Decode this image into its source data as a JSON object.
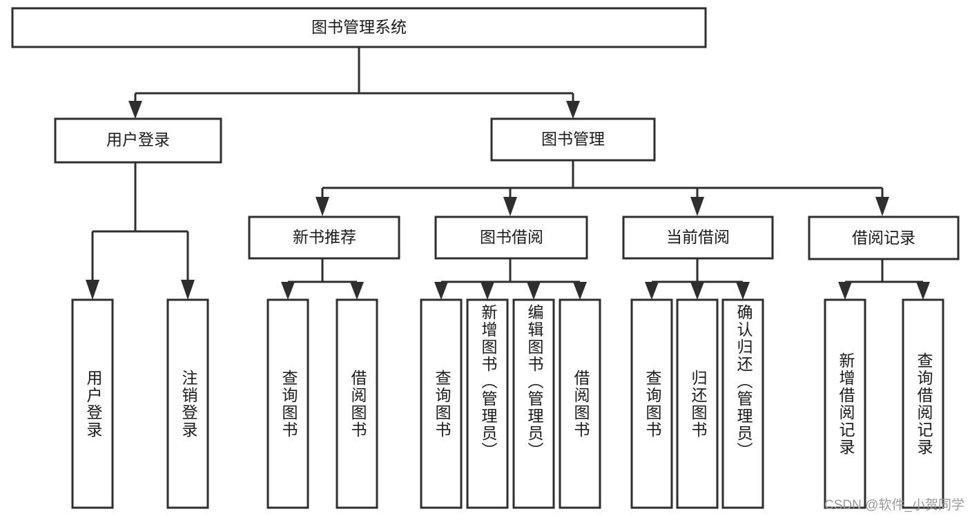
{
  "diagram": {
    "title": "图书管理系统",
    "type": "tree-hierarchy-diagram",
    "colors": {
      "stroke": "#2e2e2e",
      "box_fill": "#ffffff",
      "text": "#1a1a1a",
      "background": "#ffffff",
      "watermark": "#9a9a9a"
    },
    "root": {
      "label": "图书管理系统"
    },
    "level2": [
      {
        "label": "用户登录"
      },
      {
        "label": "图书管理"
      }
    ],
    "level3": [
      {
        "label": "新书推荐"
      },
      {
        "label": "图书借阅"
      },
      {
        "label": "当前借阅"
      },
      {
        "label": "借阅记录"
      }
    ],
    "leaves": {
      "user_login": [
        {
          "label": "用户登录"
        },
        {
          "label": "注销登录"
        }
      ],
      "new_book_recommend": [
        {
          "label": "查询图书"
        },
        {
          "label": "借阅图书"
        }
      ],
      "book_borrow": [
        {
          "label": "查询图书"
        },
        {
          "label": "新增图书（管理员）"
        },
        {
          "label": "编辑图书（管理员）"
        },
        {
          "label": "借阅图书"
        }
      ],
      "current_borrow": [
        {
          "label": "查询图书"
        },
        {
          "label": "归还图书"
        },
        {
          "label": "确认归还（管理员）"
        }
      ],
      "borrow_records": [
        {
          "label": "新增借阅记录"
        },
        {
          "label": "查询借阅记录"
        }
      ]
    }
  },
  "watermark": {
    "text": "CSDN @软件_小贺同学"
  }
}
